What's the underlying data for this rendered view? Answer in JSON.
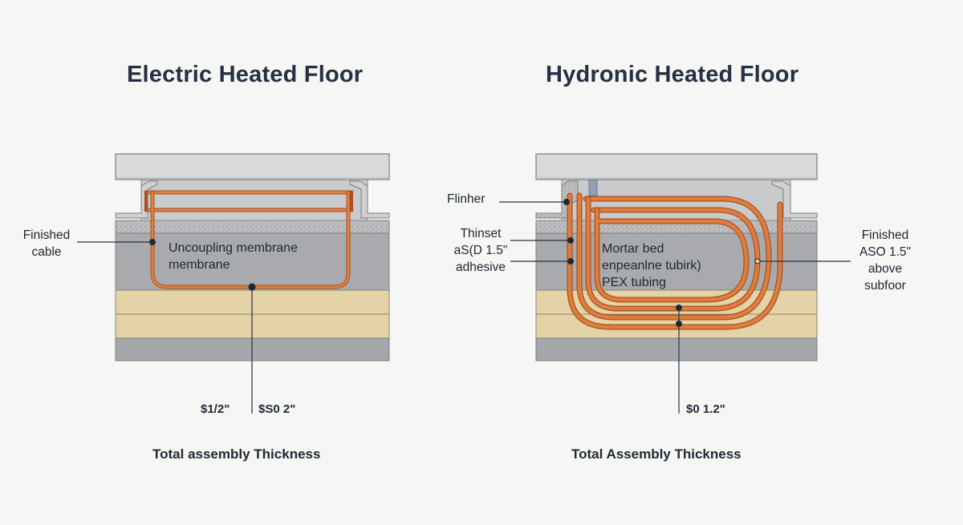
{
  "electric": {
    "title": "Electric Heated Floor",
    "label_left_line1": "Finished",
    "label_left_line2": "cable",
    "label_inner_line1": "Uncoupling membrane",
    "label_inner_line2": "membrane",
    "dim_left": "$1/2\"",
    "dim_right": "$S0 2\"",
    "caption": "Total assembly Thickness"
  },
  "hydronic": {
    "title": "Hydronic Heated Floor",
    "label_flinher": "Flinher",
    "label_thinset_line1": "Thinset",
    "label_thinset_line2": "aS(D 1.5\"",
    "label_thinset_line3": "adhesive",
    "label_inner_line1": "Mortar bed",
    "label_inner_line2": "enpeanlne tubirk)",
    "label_inner_line3": "PEX tubing",
    "label_right_line1": "Finished",
    "label_right_line2": "ASO 1.5\"",
    "label_right_line3": "above",
    "label_right_line4": "subfoor",
    "dim": "$0 1.2\"",
    "caption": "Total Assembly Thickness"
  },
  "colors": {
    "background": "#f6f6f5",
    "tile": "#d9dadb",
    "mortar": "#a9aaad",
    "thinset": "#c3c4c6",
    "subfloor": "#e3d3a6",
    "base": "#a6a7aa",
    "pipe": "#d9773d"
  }
}
